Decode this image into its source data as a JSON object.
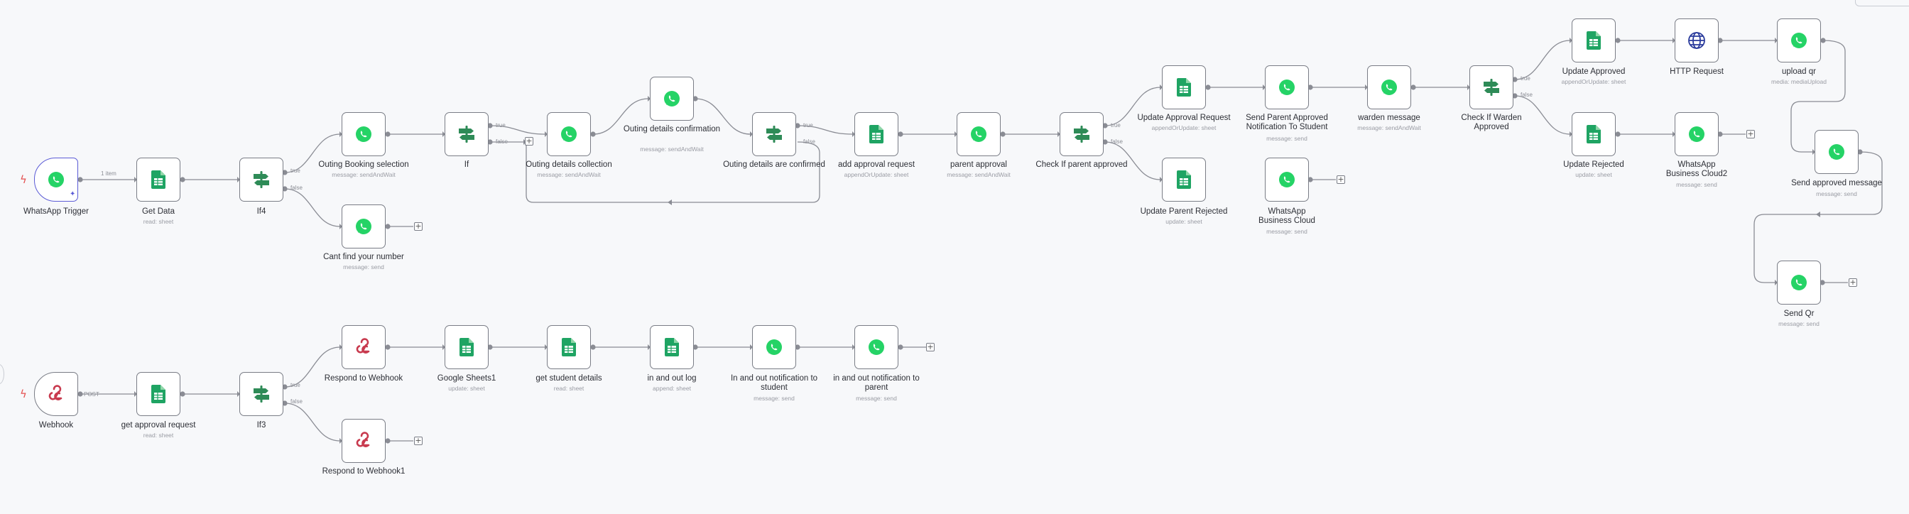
{
  "nodes": {
    "whatsapp_trigger": {
      "label": "WhatsApp Trigger",
      "sub": ""
    },
    "get_data": {
      "label": "Get Data",
      "sub": "read: sheet"
    },
    "if4": {
      "label": "If4",
      "sub": ""
    },
    "outing_booking": {
      "label": "Outing Booking selection",
      "sub": "message: sendAndWait"
    },
    "cant_find": {
      "label": "Cant find your number",
      "sub": "message: send"
    },
    "if": {
      "label": "If",
      "sub": ""
    },
    "outing_details_collection": {
      "label": "Outing details collection",
      "sub": "message: sendAndWait"
    },
    "outing_details_confirmation": {
      "label": "Outing details confirmation",
      "sub": "message: sendAndWait"
    },
    "outing_details_confirmed": {
      "label": "Outing details are confirmed",
      "sub": ""
    },
    "add_approval_request": {
      "label": "add approval request",
      "sub": "appendOrUpdate: sheet"
    },
    "parent_approval": {
      "label": "parent approval",
      "sub": "message: sendAndWait"
    },
    "check_parent_approved": {
      "label": "Check If parent approved",
      "sub": ""
    },
    "update_approval_request": {
      "label": "Update Approval Request",
      "sub": "appendOrUpdate: sheet"
    },
    "update_parent_rejected": {
      "label": "Update Parent Rejected",
      "sub": "update: sheet"
    },
    "send_parent_approved": {
      "label": "Send Parent Approved Notification To Student",
      "sub": "message: send"
    },
    "whatsapp_business_cloud": {
      "label": "WhatsApp Business Cloud",
      "sub": "message: send"
    },
    "warden_message": {
      "label": "warden message",
      "sub": "message: sendAndWait"
    },
    "check_warden_approved": {
      "label": "Check If Warden Approved",
      "sub": ""
    },
    "update_approved": {
      "label": "Update Approved",
      "sub": "appendOrUpdate: sheet"
    },
    "http_request": {
      "label": "HTTP Request",
      "sub": ""
    },
    "upload_qr": {
      "label": "upload qr",
      "sub": "media: mediaUpload"
    },
    "update_rejected": {
      "label": "Update Rejected",
      "sub": "update: sheet"
    },
    "whatsapp_business_cloud2": {
      "label": "WhatsApp Business Cloud2",
      "sub": "message: send"
    },
    "send_approved_message": {
      "label": "Send approved message",
      "sub": "message: send"
    },
    "send_qr": {
      "label": "Send Qr",
      "sub": "message: send"
    },
    "webhook": {
      "label": "Webhook",
      "sub": ""
    },
    "get_approval_request": {
      "label": "get approval request",
      "sub": "read: sheet"
    },
    "if3": {
      "label": "If3",
      "sub": ""
    },
    "respond_to_webhook": {
      "label": "Respond to Webhook",
      "sub": ""
    },
    "respond_to_webhook1": {
      "label": "Respond to Webhook1",
      "sub": ""
    },
    "google_sheets1": {
      "label": "Google Sheets1",
      "sub": "update: sheet"
    },
    "get_student_details": {
      "label": "get student details",
      "sub": "read: sheet"
    },
    "in_and_out_log": {
      "label": "in and out log",
      "sub": "append: sheet"
    },
    "in_out_student": {
      "label": "In and out notification to student",
      "sub": "message: send"
    },
    "in_out_parent": {
      "label": "in and out notification to parent",
      "sub": "message: send"
    }
  },
  "edge_labels": {
    "one_item": "1 item",
    "true": "true",
    "false": "false",
    "post": "POST"
  },
  "icons": {
    "whatsapp": "whatsapp-icon",
    "sheets": "google-sheets-icon",
    "if": "if-branch-icon",
    "webhook": "webhook-icon",
    "http": "globe-icon",
    "trigger": "lightning-bolt-icon",
    "pin": "pin-icon"
  },
  "colors": {
    "whatsapp": "#25D366",
    "sheets": "#1fa463",
    "if_green": "#2e8b57",
    "webhook": "#c83a4e",
    "http": "#2a3b9c",
    "trigger": "#e45050",
    "wire": "#8a8c94",
    "accent": "#5b5bd6"
  }
}
